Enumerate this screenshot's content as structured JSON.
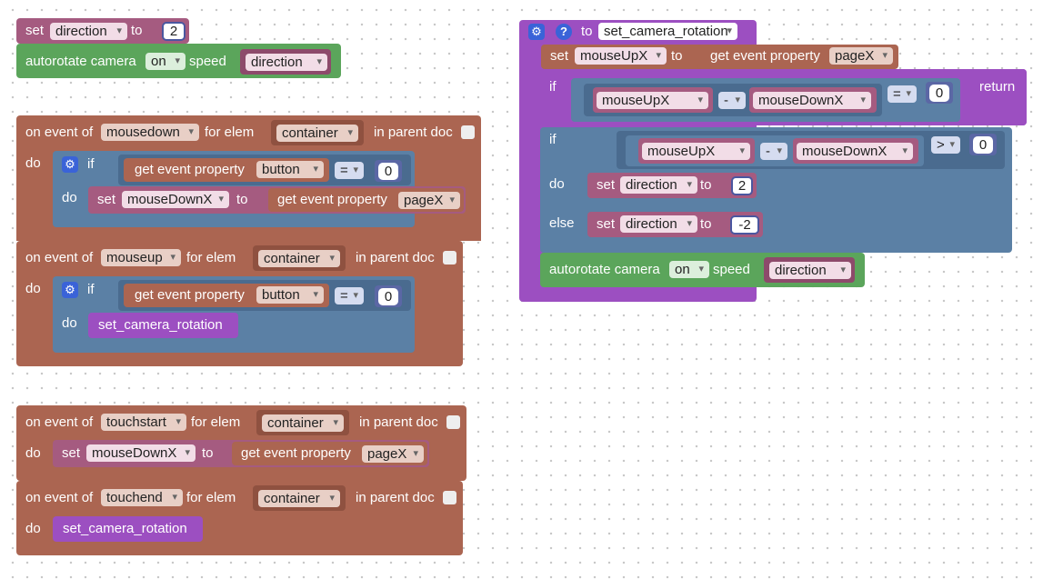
{
  "set_block": {
    "set": "set",
    "var": "direction",
    "to": "to",
    "value": "2"
  },
  "autorotate_block": {
    "label": "autorotate camera",
    "state": "on",
    "speed": "speed",
    "var": "direction"
  },
  "mousedown": {
    "on_event_of": "on event of",
    "event": "mousedown",
    "for_elem": "for elem",
    "elem": "container",
    "in_parent_doc": "in parent doc",
    "do": "do",
    "if": "if",
    "get_event_property": "get event property",
    "prop": "button",
    "op": "=",
    "num": "0",
    "if_do": "do",
    "set": "set",
    "var": "mouseDownX",
    "to": "to",
    "get_event_property2": "get event property",
    "prop2": "pageX"
  },
  "mouseup": {
    "on_event_of": "on event of",
    "event": "mouseup",
    "for_elem": "for elem",
    "elem": "container",
    "in_parent_doc": "in parent doc",
    "do": "do",
    "if": "if",
    "get_event_property": "get event property",
    "prop": "button",
    "op": "=",
    "num": "0",
    "if_do": "do",
    "call": "set_camera_rotation"
  },
  "touchstart": {
    "on_event_of": "on event of",
    "event": "touchstart",
    "for_elem": "for elem",
    "elem": "container",
    "in_parent_doc": "in parent doc",
    "do": "do",
    "set": "set",
    "var": "mouseDownX",
    "to": "to",
    "get_event_property": "get event property",
    "prop": "pageX"
  },
  "touchend": {
    "on_event_of": "on event of",
    "event": "touchend",
    "for_elem": "for elem",
    "elem": "container",
    "in_parent_doc": "in parent doc",
    "do": "do",
    "call": "set_camera_rotation"
  },
  "func": {
    "to": "to",
    "name": "set_camera_rotation",
    "set": "set",
    "var": "mouseUpX",
    "to2": "to",
    "get_event_property": "get event property",
    "prop": "pageX",
    "if1": "if",
    "a1": "mouseUpX",
    "minus1": "-",
    "b1": "mouseDownX",
    "op1": "=",
    "n1": "0",
    "return": "return",
    "if2": "if",
    "a2": "mouseUpX",
    "minus2": "-",
    "b2": "mouseDownX",
    "op2": ">",
    "n2": "0",
    "do": "do",
    "set_a": "set",
    "var_a": "direction",
    "to_a": "to",
    "val_a": "2",
    "else": "else",
    "set_b": "set",
    "var_b": "direction",
    "to_b": "to",
    "val_b": "-2",
    "autorotate": "autorotate camera",
    "state": "on",
    "speed": "speed",
    "speed_var": "direction"
  }
}
